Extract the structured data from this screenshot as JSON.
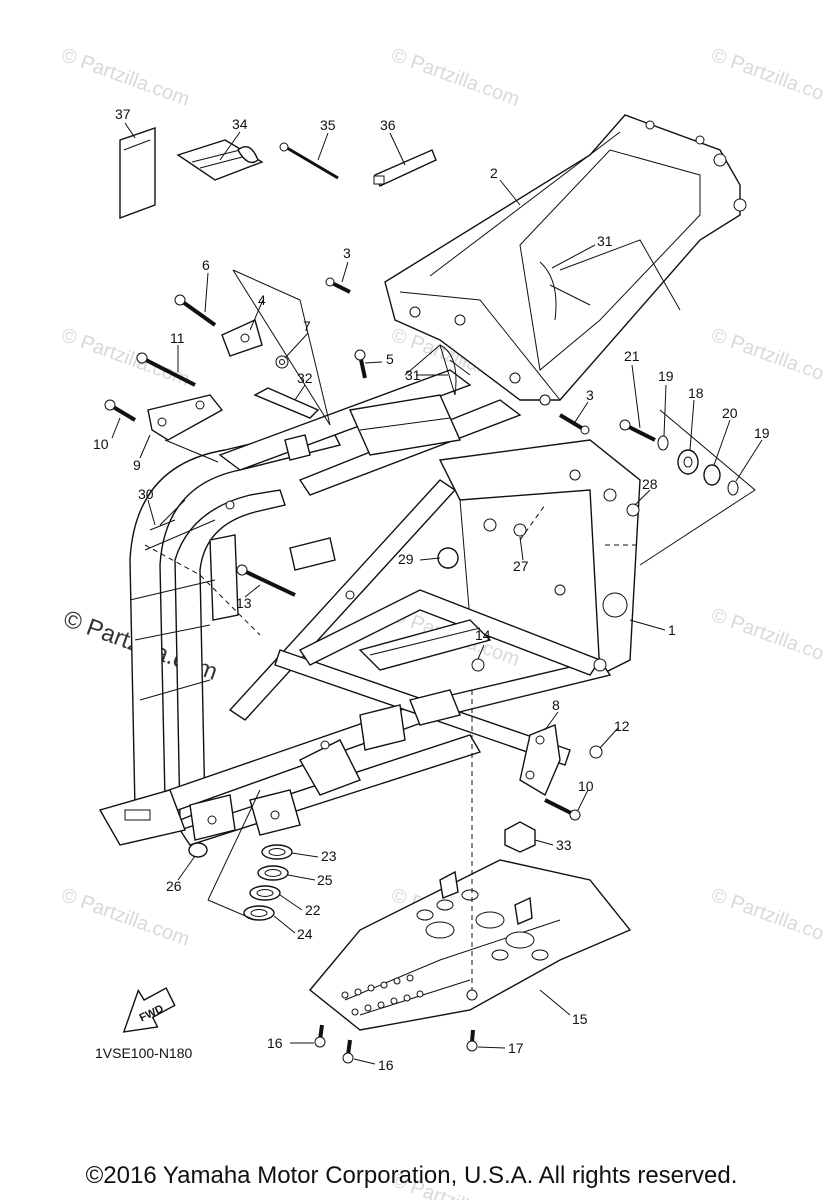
{
  "diagram": {
    "callouts": [
      "37",
      "34",
      "35",
      "36",
      "2",
      "3",
      "31",
      "6",
      "4",
      "7",
      "5",
      "11",
      "32",
      "31",
      "3",
      "21",
      "19",
      "18",
      "20",
      "19",
      "10",
      "9",
      "30",
      "28",
      "29",
      "27",
      "13",
      "1",
      "14",
      "8",
      "12",
      "10",
      "33",
      "23",
      "25",
      "22",
      "24",
      "26",
      "15",
      "16",
      "17",
      "16"
    ],
    "watermark_small": "© Partzilla.com",
    "watermark_main": "© Partzilla.com",
    "diagram_code": "1VSE100-N180",
    "fwd_label": "FWD"
  },
  "footer": {
    "copyright": "©2016 Yamaha Motor Corporation, U.S.A. All rights reserved."
  }
}
